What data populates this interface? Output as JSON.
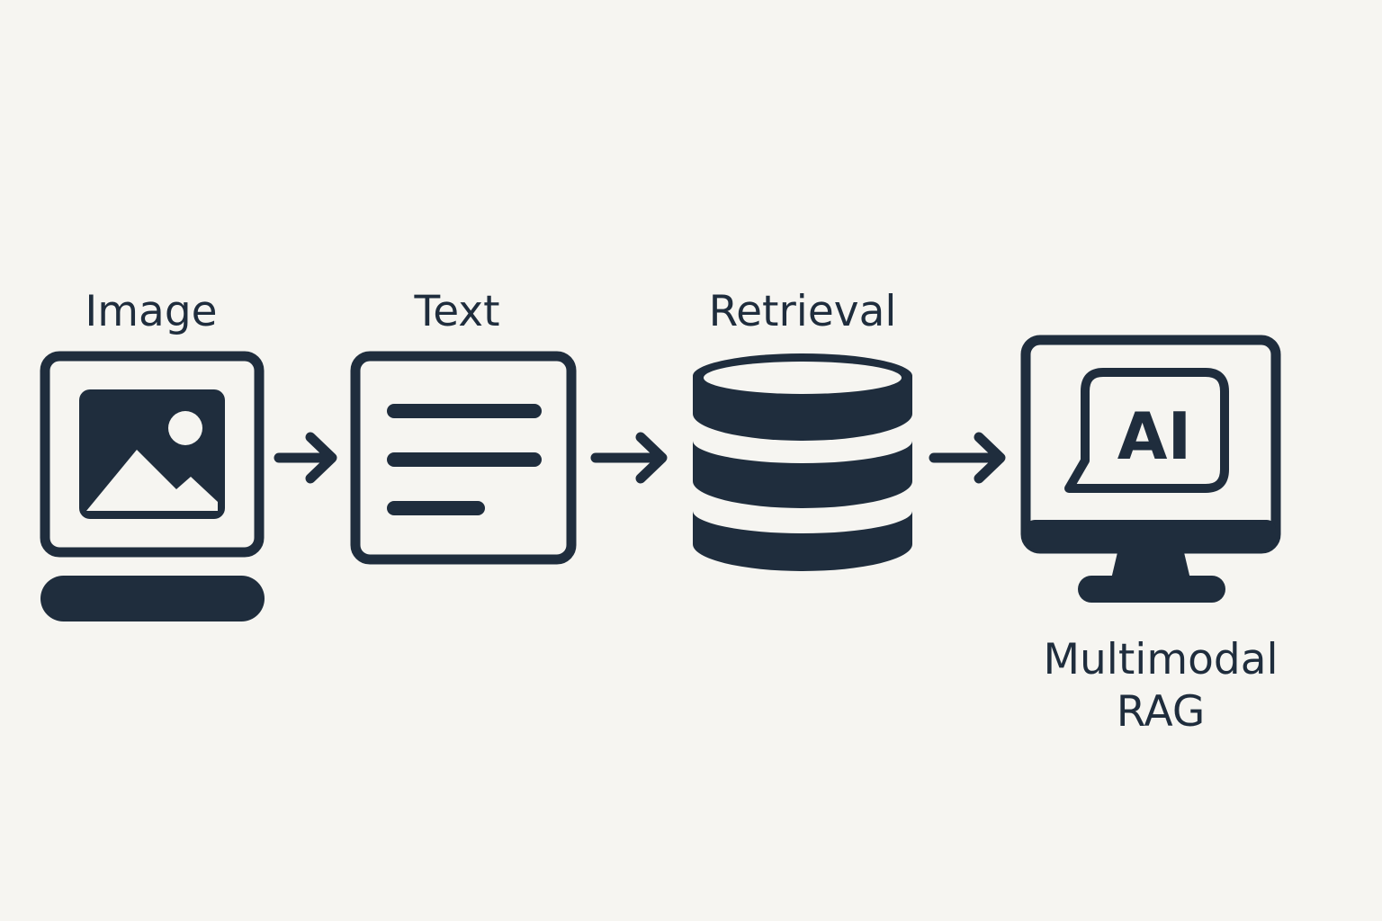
{
  "colors": {
    "background": "#f6f5f1",
    "ink": "#1f2d3d"
  },
  "steps": [
    {
      "label": "Image",
      "icon": "picture-frame-icon"
    },
    {
      "label": "Text",
      "icon": "document-lines-icon"
    },
    {
      "label": "Retrieval",
      "icon": "database-icon"
    },
    {
      "label_line1": "Multimodal",
      "label_line2": "RAG",
      "icon": "monitor-ai-chat-icon",
      "icon_text": "AI"
    }
  ],
  "connectors": [
    "arrow-right-icon",
    "arrow-right-icon",
    "arrow-right-icon"
  ]
}
